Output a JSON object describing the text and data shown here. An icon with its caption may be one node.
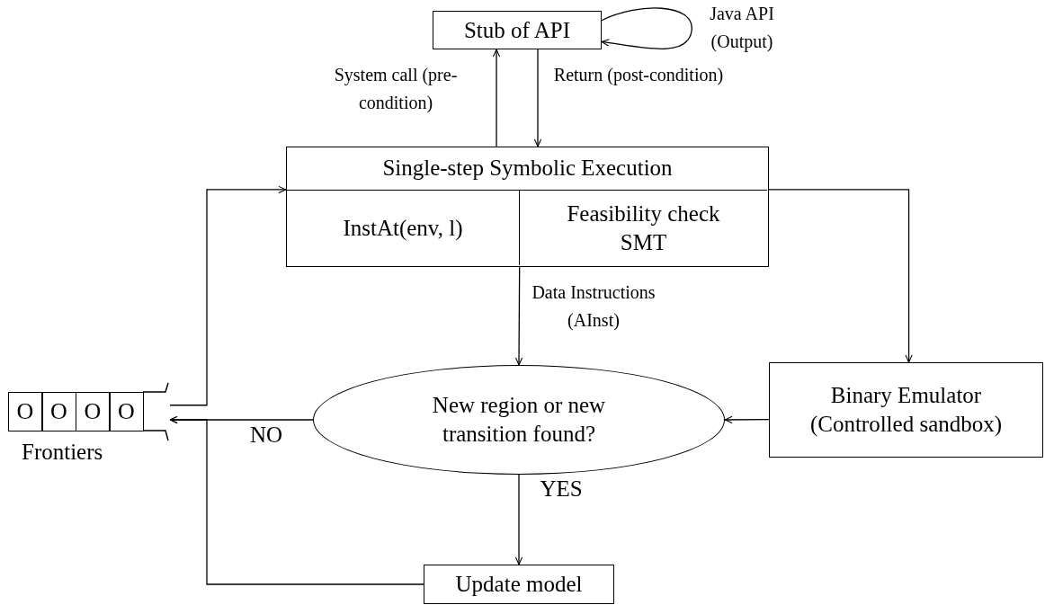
{
  "diagram": {
    "nodes": [
      {
        "text": [
          "Stub of API"
        ]
      },
      {
        "text": [
          "Single-step Symbolic Execution"
        ]
      },
      {
        "text": [
          "InstAt(env, l)"
        ],
        "in": 1
      },
      {
        "text": [
          "Feasibility check",
          "SMT"
        ],
        "in": 1
      },
      {
        "text": [
          "New region or new transition found?"
        ]
      },
      {
        "text": [
          "Binary Emulator",
          "(Controlled sandbox)"
        ]
      },
      {
        "text": [
          "Update model"
        ]
      },
      {
        "text": [
          "O",
          "O",
          "O",
          "O"
        ],
        "beside": [
          "Frontiers"
        ]
      }
    ],
    "edges": [
      {
        "from": 1,
        "to": 0,
        "arrow": "to",
        "label": "System call (pre-condition)"
      },
      {
        "from": 0,
        "to": 1,
        "arrow": "to",
        "label": "Return (post-condition)"
      },
      {
        "from": 0,
        "to": 0,
        "arrow": "to",
        "label": "Java API (Output)"
      },
      {
        "from": 1,
        "to": 4,
        "arrow": "to",
        "label": "Data Instructions (AInst)"
      },
      {
        "from": 1,
        "to": 5,
        "arrow": "to"
      },
      {
        "from": 5,
        "to": 4,
        "arrow": "to"
      },
      {
        "from": 4,
        "to": 7,
        "arrow": "to",
        "label": "NO"
      },
      {
        "from": 4,
        "to": 6,
        "arrow": "to",
        "label": "YES"
      },
      {
        "from": 6,
        "to": 7,
        "arrow": "to"
      },
      {
        "from": 7,
        "to": 1,
        "arrow": "to"
      }
    ]
  }
}
